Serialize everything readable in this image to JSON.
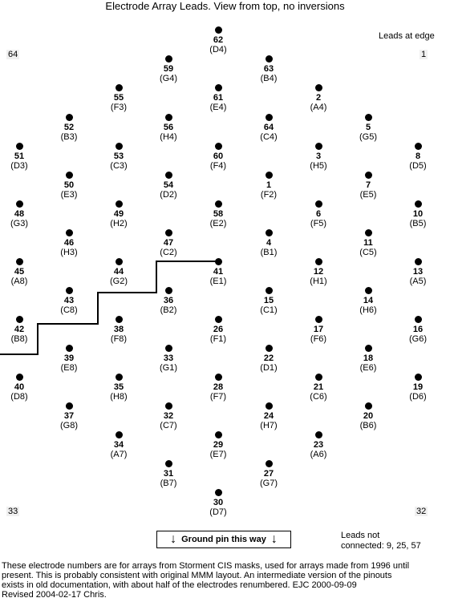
{
  "title": "Electrode Array Leads.  View from top, no inversions",
  "edge_note": "Leads at edge",
  "corners": {
    "top_left": "64",
    "top_right": "1",
    "bottom_left": "33",
    "bottom_right": "32"
  },
  "ground_label": "Ground pin this way",
  "leads_not_connected": [
    "Leads not",
    "connected: 9, 25, 57"
  ],
  "footer": [
    "These electrode numbers are for arrays from Storment CIS masks, used for arrays made from 1996 until",
    "present. This is probably consistent with original MMM layout.  An intermediate version of the pinouts",
    "exists in old documentation, with about half of the electrodes renumbered.  EJC 2000-09-09",
    "Revised 2004-02-17 Chris."
  ],
  "electrodes": [
    {
      "n": "62",
      "c": "(D4)"
    },
    {
      "n": "59",
      "c": "(G4)"
    },
    {
      "n": "63",
      "c": "(B4)"
    },
    {
      "n": "55",
      "c": "(F3)"
    },
    {
      "n": "61",
      "c": "(E4)"
    },
    {
      "n": "2",
      "c": "(A4)"
    },
    {
      "n": "52",
      "c": "(B3)"
    },
    {
      "n": "56",
      "c": "(H4)"
    },
    {
      "n": "64",
      "c": "(C4)"
    },
    {
      "n": "5",
      "c": "(G5)"
    },
    {
      "n": "51",
      "c": "(D3)"
    },
    {
      "n": "53",
      "c": "(C3)"
    },
    {
      "n": "60",
      "c": "(F4)"
    },
    {
      "n": "3",
      "c": "(H5)"
    },
    {
      "n": "8",
      "c": "(D5)"
    },
    {
      "n": "50",
      "c": "(E3)"
    },
    {
      "n": "54",
      "c": "(D2)"
    },
    {
      "n": "1",
      "c": "(F2)"
    },
    {
      "n": "7",
      "c": "(E5)"
    },
    {
      "n": "48",
      "c": "(G3)"
    },
    {
      "n": "49",
      "c": "(H2)"
    },
    {
      "n": "58",
      "c": "(E2)"
    },
    {
      "n": "6",
      "c": "(F5)"
    },
    {
      "n": "10",
      "c": "(B5)"
    },
    {
      "n": "46",
      "c": "(H3)"
    },
    {
      "n": "47",
      "c": "(C2)"
    },
    {
      "n": "4",
      "c": "(B1)"
    },
    {
      "n": "11",
      "c": "(C5)"
    },
    {
      "n": "45",
      "c": "(A8)"
    },
    {
      "n": "44",
      "c": "(G2)"
    },
    {
      "n": "41",
      "c": "(E1)"
    },
    {
      "n": "12",
      "c": "(H1)"
    },
    {
      "n": "13",
      "c": "(A5)"
    },
    {
      "n": "43",
      "c": "(C8)"
    },
    {
      "n": "36",
      "c": "(B2)"
    },
    {
      "n": "15",
      "c": "(C1)"
    },
    {
      "n": "14",
      "c": "(H6)"
    },
    {
      "n": "42",
      "c": "(B8)"
    },
    {
      "n": "38",
      "c": "(F8)"
    },
    {
      "n": "26",
      "c": "(F1)"
    },
    {
      "n": "17",
      "c": "(F6)"
    },
    {
      "n": "16",
      "c": "(G6)"
    },
    {
      "n": "39",
      "c": "(E8)"
    },
    {
      "n": "33",
      "c": "(G1)"
    },
    {
      "n": "22",
      "c": "(D1)"
    },
    {
      "n": "18",
      "c": "(E6)"
    },
    {
      "n": "40",
      "c": "(D8)"
    },
    {
      "n": "35",
      "c": "(H8)"
    },
    {
      "n": "28",
      "c": "(F7)"
    },
    {
      "n": "21",
      "c": "(C6)"
    },
    {
      "n": "19",
      "c": "(D6)"
    },
    {
      "n": "37",
      "c": "(G8)"
    },
    {
      "n": "32",
      "c": "(C7)"
    },
    {
      "n": "24",
      "c": "(H7)"
    },
    {
      "n": "20",
      "c": "(B6)"
    },
    {
      "n": "34",
      "c": "(A7)"
    },
    {
      "n": "29",
      "c": "(E7)"
    },
    {
      "n": "23",
      "c": "(A6)"
    },
    {
      "n": "31",
      "c": "(B7)"
    },
    {
      "n": "27",
      "c": "(G7)"
    },
    {
      "n": "30",
      "c": "(D7)"
    }
  ]
}
